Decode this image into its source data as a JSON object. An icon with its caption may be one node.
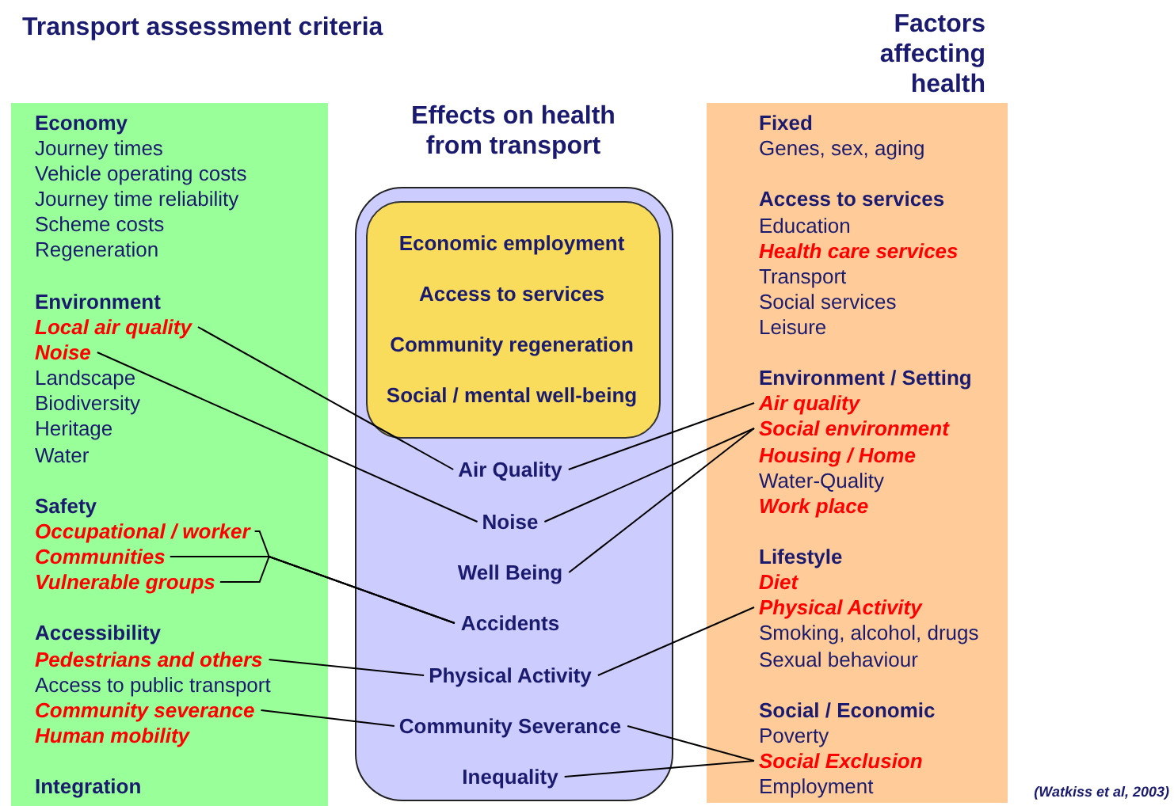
{
  "diagram": {
    "nodes": [
      {
        "text": [
          "Transport assessment criteria"
        ]
      },
      {
        "text": [
          "Economy"
        ],
        "in": 0
      },
      {
        "text": [
          "Journey times"
        ],
        "in": 0
      },
      {
        "text": [
          "Vehicle operating costs"
        ],
        "in": 0
      },
      {
        "text": [
          "Journey time reliability"
        ],
        "in": 0
      },
      {
        "text": [
          "Scheme costs"
        ],
        "in": 0
      },
      {
        "text": [
          "Regeneration"
        ],
        "in": 0
      },
      {
        "text": [
          "Environment"
        ],
        "in": 0
      },
      {
        "text": [
          "Local air quality"
        ],
        "in": 0
      },
      {
        "text": [
          "Noise"
        ],
        "in": 0
      },
      {
        "text": [
          "Landscape"
        ],
        "in": 0
      },
      {
        "text": [
          "Biodiversity"
        ],
        "in": 0
      },
      {
        "text": [
          "Heritage"
        ],
        "in": 0
      },
      {
        "text": [
          "Water"
        ],
        "in": 0
      },
      {
        "text": [
          "Safety"
        ],
        "in": 0
      },
      {
        "text": [
          "Occupational / worker"
        ],
        "in": 0
      },
      {
        "text": [
          "Communities"
        ],
        "in": 0
      },
      {
        "text": [
          "Vulnerable groups"
        ],
        "in": 0
      },
      {
        "text": [
          "Accessibility"
        ],
        "in": 0
      },
      {
        "text": [
          "Pedestrians and others"
        ],
        "in": 0
      },
      {
        "text": [
          "Access to public transport"
        ],
        "in": 0
      },
      {
        "text": [
          "Community severance"
        ],
        "in": 0
      },
      {
        "text": [
          "Human mobility"
        ],
        "in": 0
      },
      {
        "text": [
          "Integration"
        ],
        "in": 0
      },
      {
        "text": [
          "Effects on health from transport"
        ]
      },
      {
        "text": [],
        "shape": "box",
        "in": 24
      },
      {
        "text": [
          "Economic employment"
        ],
        "in": 25
      },
      {
        "text": [
          "Access to services"
        ],
        "in": 25
      },
      {
        "text": [
          "Community regeneration"
        ],
        "in": 25
      },
      {
        "text": [
          "Social / mental well-being"
        ],
        "in": 25
      },
      {
        "text": [
          "Air Quality"
        ],
        "in": 24
      },
      {
        "text": [
          "Noise"
        ],
        "in": 24
      },
      {
        "text": [
          "Well Being"
        ],
        "in": 24
      },
      {
        "text": [
          "Accidents"
        ],
        "in": 24
      },
      {
        "text": [
          "Physical Activity"
        ],
        "in": 24
      },
      {
        "text": [
          "Community Severance"
        ],
        "in": 24
      },
      {
        "text": [
          "Inequality"
        ],
        "in": 24
      },
      {
        "text": [
          "Factors affecting health"
        ]
      },
      {
        "text": [
          "Fixed"
        ],
        "in": 37
      },
      {
        "text": [
          "Genes, sex, aging"
        ],
        "in": 37
      },
      {
        "text": [
          "Access to services"
        ],
        "in": 37
      },
      {
        "text": [
          "Education"
        ],
        "in": 37
      },
      {
        "text": [
          "Health care services"
        ],
        "in": 37
      },
      {
        "text": [
          "Transport"
        ],
        "in": 37
      },
      {
        "text": [
          "Social services"
        ],
        "in": 37
      },
      {
        "text": [
          "Leisure"
        ],
        "in": 37
      },
      {
        "text": [
          "Environment / Setting"
        ],
        "in": 37
      },
      {
        "text": [
          "Air quality"
        ],
        "in": 37
      },
      {
        "text": [
          "Social environment"
        ],
        "in": 37
      },
      {
        "text": [
          "Housing / Home"
        ],
        "in": 37
      },
      {
        "text": [
          "Water-Quality"
        ],
        "in": 37
      },
      {
        "text": [
          "Work place"
        ],
        "in": 37
      },
      {
        "text": [
          "Lifestyle"
        ],
        "in": 37
      },
      {
        "text": [
          "Diet"
        ],
        "in": 37
      },
      {
        "text": [
          "Physical Activity"
        ],
        "in": 37
      },
      {
        "text": [
          "Smoking, alcohol, drugs"
        ],
        "in": 37
      },
      {
        "text": [
          "Sexual behaviour"
        ],
        "in": 37
      },
      {
        "text": [
          "Social / Economic"
        ],
        "in": 37
      },
      {
        "text": [
          "Poverty"
        ],
        "in": 37
      },
      {
        "text": [
          "Social Exclusion"
        ],
        "in": 37
      },
      {
        "text": [
          "Employment"
        ],
        "in": 37
      }
    ],
    "edges": [
      {
        "from": 8,
        "to": 30,
        "arrow": "none"
      },
      {
        "from": 9,
        "to": 31,
        "arrow": "none"
      },
      {
        "from": 15,
        "to": 33,
        "arrow": "none"
      },
      {
        "from": 16,
        "to": 33,
        "arrow": "none"
      },
      {
        "from": 17,
        "to": 33,
        "arrow": "none"
      },
      {
        "from": 19,
        "to": 34,
        "arrow": "none"
      },
      {
        "from": 21,
        "to": 35,
        "arrow": "none"
      },
      {
        "from": 30,
        "to": 47,
        "arrow": "none"
      },
      {
        "from": 31,
        "to": 48,
        "arrow": "none"
      },
      {
        "from": 32,
        "to": 48,
        "arrow": "none"
      },
      {
        "from": 34,
        "to": 54,
        "arrow": "none"
      },
      {
        "from": 35,
        "to": 59,
        "arrow": "none"
      },
      {
        "from": 36,
        "to": 59,
        "arrow": "none"
      }
    ],
    "labels": [
      "(Watkiss et al, 2003)"
    ]
  }
}
